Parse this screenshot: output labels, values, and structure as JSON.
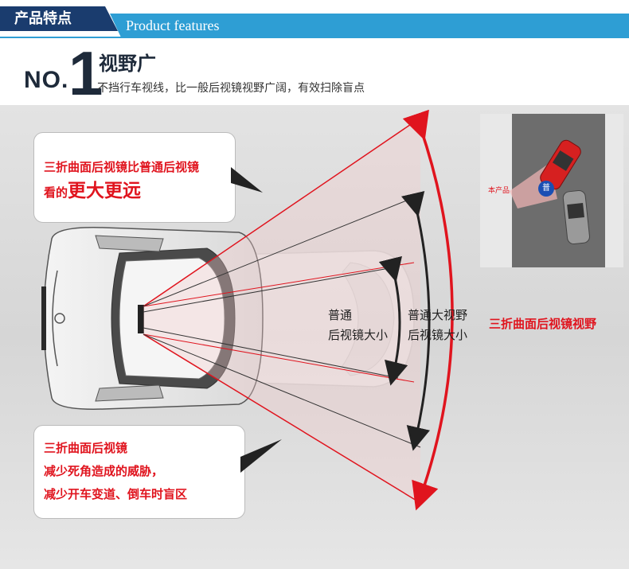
{
  "header": {
    "title_cn": "产品特点",
    "title_en": "Product features"
  },
  "feature": {
    "no_label": "NO.",
    "number": "1",
    "title": "视野广",
    "subtitle": "不挡行车视线，比一般后视镜视野广阔，有效扫除盲点"
  },
  "callout_top": {
    "line1": "三折曲面后视镜比普通后视镜",
    "line2_prefix": "看的",
    "line2_emphasis": "更大更远"
  },
  "callout_bottom": {
    "line1": "三折曲面后视镜",
    "line2": "减少死角造成的威胁，",
    "line3": "减少开车变道、倒车时盲区"
  },
  "labels": {
    "normal_line1": "普通",
    "normal_line2": "后视镜大小",
    "wide_line1": "普通大视野",
    "wide_line2": "后视镜大小",
    "triple_fold": "三折曲面后视镜视野",
    "product": "本产品",
    "badge": "普"
  },
  "colors": {
    "accent_red": "#e0141e",
    "banner_dark": "#1a3c6e",
    "banner_blue": "#2e9ed4"
  }
}
